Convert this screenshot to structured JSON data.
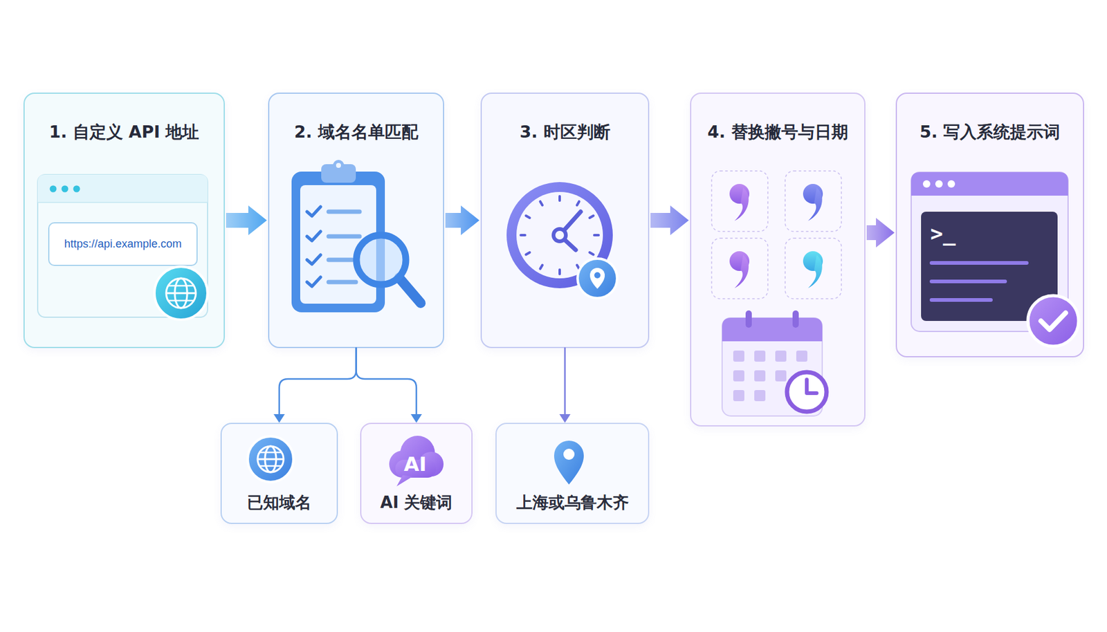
{
  "diagram": {
    "nodes": [
      {
        "text": [
          "1. 自定义 API 地址"
        ]
      },
      {
        "text": [
          "https://api.example.com"
        ],
        "in": 0
      },
      {
        "text": [
          "2. 域名名单匹配"
        ]
      },
      {
        "text": [
          "3. 时区判断"
        ]
      },
      {
        "text": [
          "4. 替换撇号与日期"
        ]
      },
      {
        "text": [
          "5. 写入系统提示词"
        ]
      },
      {
        "text": [
          "已知域名"
        ]
      },
      {
        "text": [
          "AI 关键词"
        ]
      },
      {
        "text": [
          "上海或乌鲁木齐"
        ]
      }
    ],
    "edges": [
      {
        "from": 0,
        "to": 2,
        "arrow": "to"
      },
      {
        "from": 2,
        "to": 3,
        "arrow": "to"
      },
      {
        "from": 3,
        "to": 4,
        "arrow": "to"
      },
      {
        "from": 4,
        "to": 5,
        "arrow": "to"
      },
      {
        "from": 2,
        "to": 6,
        "arrow": "to"
      },
      {
        "from": 2,
        "to": 7,
        "arrow": "to"
      },
      {
        "from": 3,
        "to": 8,
        "arrow": "to"
      }
    ],
    "labels": [
      "AI",
      ">_"
    ]
  }
}
